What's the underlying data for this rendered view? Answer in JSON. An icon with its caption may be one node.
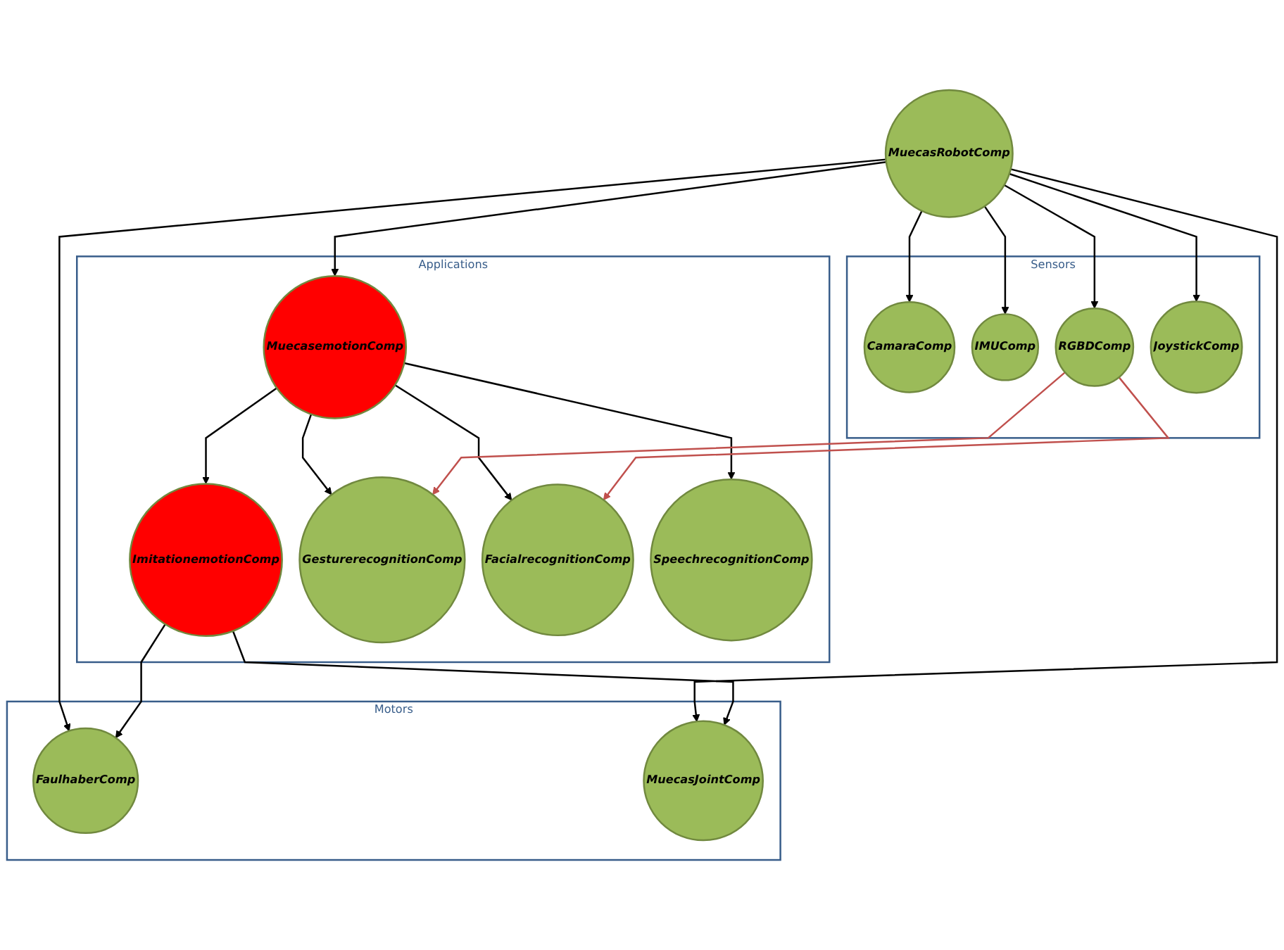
{
  "diagram": {
    "nodes": [
      {
        "text": [
          "MuecasRobotComp"
        ]
      },
      {
        "text": [
          "Motors"
        ]
      },
      {
        "text": [
          "FaulhaberComp"
        ],
        "in": 1
      },
      {
        "text": [
          "MuecasJointComp"
        ],
        "in": 1
      },
      {
        "text": [
          "Applications"
        ]
      },
      {
        "text": [
          "ImitationemotionComp"
        ],
        "in": 4
      },
      {
        "text": [
          "MuecasemotionComp"
        ],
        "in": 4
      },
      {
        "text": [
          "GesturerecognitionComp"
        ],
        "in": 4
      },
      {
        "text": [
          "FacialrecognitionComp"
        ],
        "in": 4
      },
      {
        "text": [
          "SpeechrecognitionComp"
        ],
        "in": 4
      },
      {
        "text": [
          "Sensors"
        ]
      },
      {
        "text": [
          "CamaraComp"
        ],
        "in": 10
      },
      {
        "text": [
          "IMUComp"
        ],
        "in": 10
      },
      {
        "text": [
          "RGBDComp"
        ],
        "in": 10
      },
      {
        "text": [
          "JoystickComp"
        ],
        "in": 10
      }
    ],
    "edges": [
      {
        "from": 0,
        "to": 2,
        "arrow": "to"
      },
      {
        "from": 0,
        "to": 3,
        "arrow": "to"
      },
      {
        "from": 5,
        "to": 2,
        "arrow": "to"
      },
      {
        "from": 5,
        "to": 3,
        "arrow": "to"
      },
      {
        "from": 0,
        "to": 6,
        "arrow": "to"
      },
      {
        "from": 6,
        "to": 5,
        "arrow": "to"
      },
      {
        "from": 6,
        "to": 7,
        "arrow": "to"
      },
      {
        "from": 6,
        "to": 8,
        "arrow": "to"
      },
      {
        "from": 6,
        "to": 9,
        "arrow": "to"
      },
      {
        "from": 0,
        "to": 11,
        "arrow": "to"
      },
      {
        "from": 0,
        "to": 12,
        "arrow": "to"
      },
      {
        "from": 0,
        "to": 13,
        "arrow": "to"
      },
      {
        "from": 0,
        "to": 14,
        "arrow": "to"
      },
      {
        "from": 13,
        "to": 7,
        "arrow": "to",
        "color": "#c0504d"
      },
      {
        "from": 13,
        "to": 8,
        "arrow": "to",
        "color": "#c0504d"
      }
    ]
  }
}
